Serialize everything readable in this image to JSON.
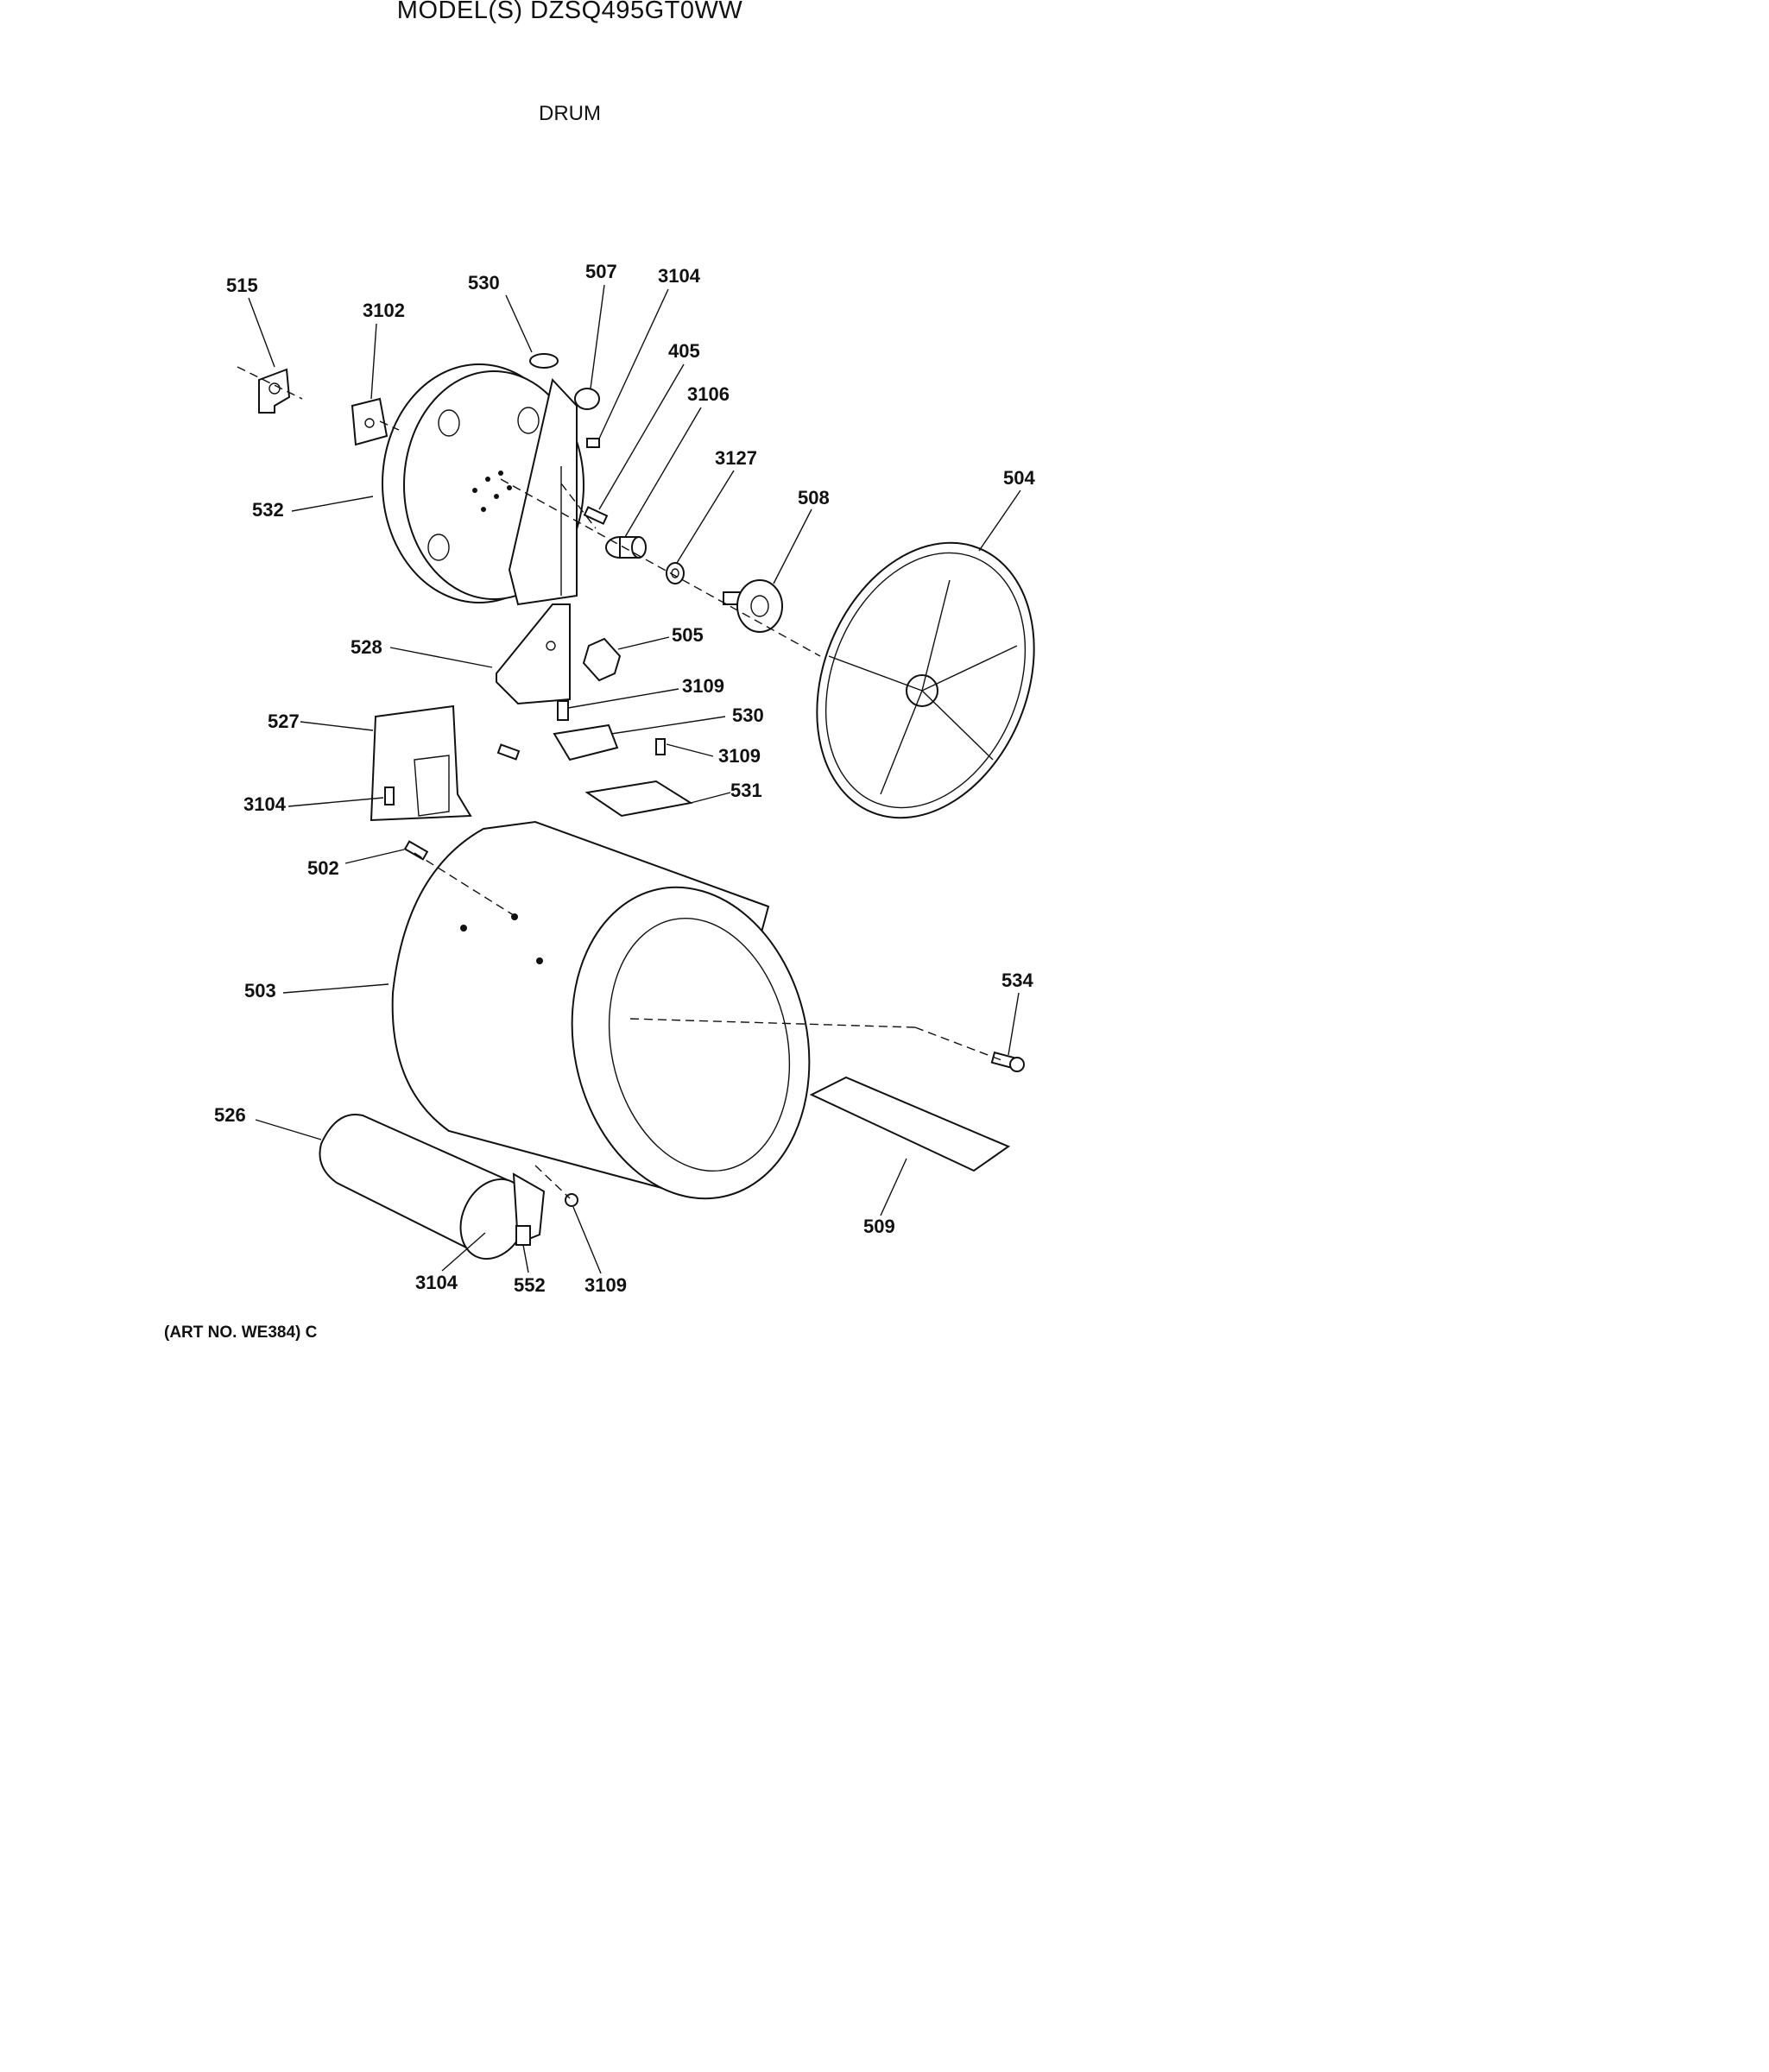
{
  "header": {
    "model_title": "MODEL(S) DZSQ495GT0WW",
    "section_title": "DRUM"
  },
  "footer": {
    "art_number": "(ART NO. WE384) C"
  },
  "callouts": {
    "c515": "515",
    "c3102": "3102",
    "c530_top": "530",
    "c507": "507",
    "c3104_top": "3104",
    "c405": "405",
    "c3106": "3106",
    "c3127": "3127",
    "c508": "508",
    "c504": "504",
    "c532": "532",
    "c528": "528",
    "c505": "505",
    "c3109_a": "3109",
    "c530_mid": "530",
    "c3109_b": "3109",
    "c527": "527",
    "c531": "531",
    "c3104_mid": "3104",
    "c502": "502",
    "c503": "503",
    "c534": "534",
    "c526": "526",
    "c509": "509",
    "c3104_bot": "3104",
    "c552": "552",
    "c3109_bot": "3109"
  }
}
